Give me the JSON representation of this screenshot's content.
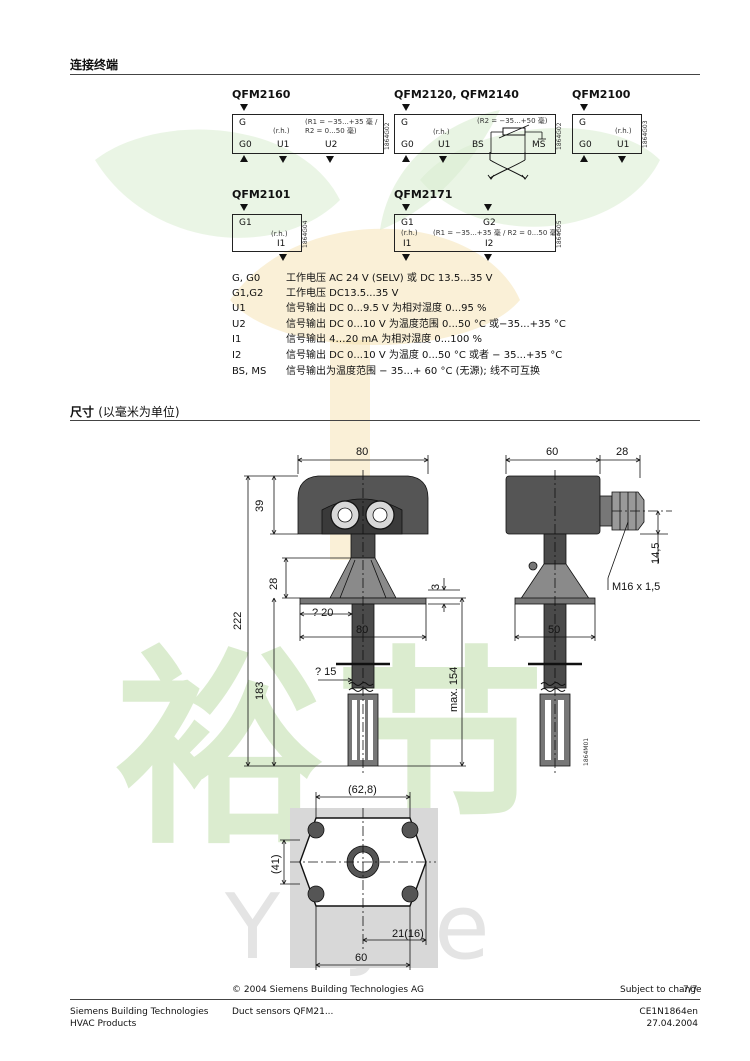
{
  "sections": {
    "terminals": {
      "title": "连接终端"
    },
    "dimensions": {
      "title": "尺寸",
      "subtitle": "(以毫米为单位)"
    }
  },
  "modules": {
    "qfm2160": {
      "title": "QFM2160",
      "g": "G",
      "range": "(R1 = −35...+35 毫 /",
      "range2": "R2 = 0...50 毫)",
      "rh": "(r.h.)",
      "g0": "G0",
      "u1": "U1",
      "u2": "U2",
      "code": "1864G02"
    },
    "qfm2120": {
      "title": "QFM2120, QFM2140",
      "g": "G",
      "range": "(R2 = −35...+50 毫)",
      "rh": "(r.h.)",
      "g0": "G0",
      "u1": "U1",
      "bs": "BS",
      "ms": "MS",
      "code": "1864G02"
    },
    "qfm2100": {
      "title": "QFM2100",
      "g": "G",
      "rh": "(r.h.)",
      "g0": "G0",
      "u1": "U1",
      "code": "1864G03"
    },
    "qfm2101": {
      "title": "QFM2101",
      "g1": "G1",
      "rh": "(r.h.)",
      "i1": "I1",
      "code": "1864G04"
    },
    "qfm2171": {
      "title": "QFM2171",
      "g1": "G1",
      "g2": "G2",
      "rh": "(r.h.)",
      "range": "(R1 = −35...+35 毫 / R2 = 0...50 毫)",
      "i1": "I1",
      "i2": "I2",
      "code": "1864G05"
    }
  },
  "legend": [
    {
      "key": "G, G0",
      "value": "工作电压 AC 24 V (SELV) 或 DC 13.5...35 V"
    },
    {
      "key": "G1,G2",
      "value": " 工作电压 DC13.5...35 V"
    },
    {
      "key": "U1",
      "value": "信号输出 DC 0...9.5 V 为相对湿度 0...95 %"
    },
    {
      "key": "U2",
      "value": "信号输出 DC 0...10 V 为温度范围 0...50 °C 或−35...+35 °C"
    },
    {
      "key": "I1",
      "value": "信号输出 4…20 mA 为相对湿度 0...100 %"
    },
    {
      "key": "I2",
      "value": "信号输出 DC 0...10 V 为温度 0...50 °C 或者 − 35...+35 °C"
    },
    {
      "key": "BS, MS",
      "value": "信号输出为温度范围 − 35...+ 60 °C (无源); 线不可互换"
    }
  ],
  "dims": {
    "w80": "80",
    "h39": "39",
    "h222": "222",
    "h28": "28",
    "h183": "183",
    "h3": "3",
    "d20": "? 20",
    "d80b": "80",
    "d15": "? 15",
    "max154": "max. 154",
    "w60": "60",
    "w28": "28",
    "h14_5": "14,5",
    "m16": "M16 x 1,5",
    "w50": "50",
    "code1": "1864M01",
    "p628": "(62,8)",
    "p41": "(41)",
    "p21": "21(16)",
    "p60": "60"
  },
  "watermark": {
    "chars": "裕节",
    "latin": "YuJie"
  },
  "footer": {
    "copyright": "© 2004 Siemens Building Technologies AG",
    "subject": "Subject to change",
    "page": "7/7",
    "company": "Siemens Building Technologies",
    "division": "HVAC Products",
    "doc": "Duct sensors QFM21...",
    "docid": "CE1N1864en",
    "date": "27.04.2004"
  },
  "colors": {
    "watermark_green": "#cfe6c0",
    "watermark_orange": "#f6dfa8",
    "watermark_gray": "#e6e6e6"
  }
}
